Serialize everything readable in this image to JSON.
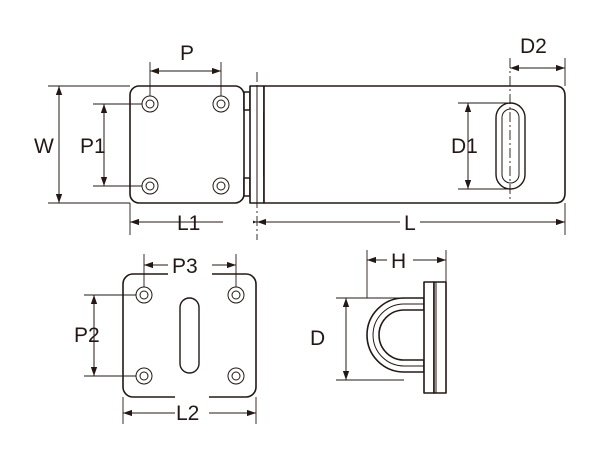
{
  "dimensions": {
    "P": "P",
    "P1": "P1",
    "W": "W",
    "L1": "L1",
    "L": "L",
    "D1": "D1",
    "D2": "D2",
    "P3": "P3",
    "P2": "P2",
    "L2": "L2",
    "H": "H",
    "D": "D"
  },
  "colors": {
    "ink": "#231815",
    "paper": "#ffffff"
  }
}
